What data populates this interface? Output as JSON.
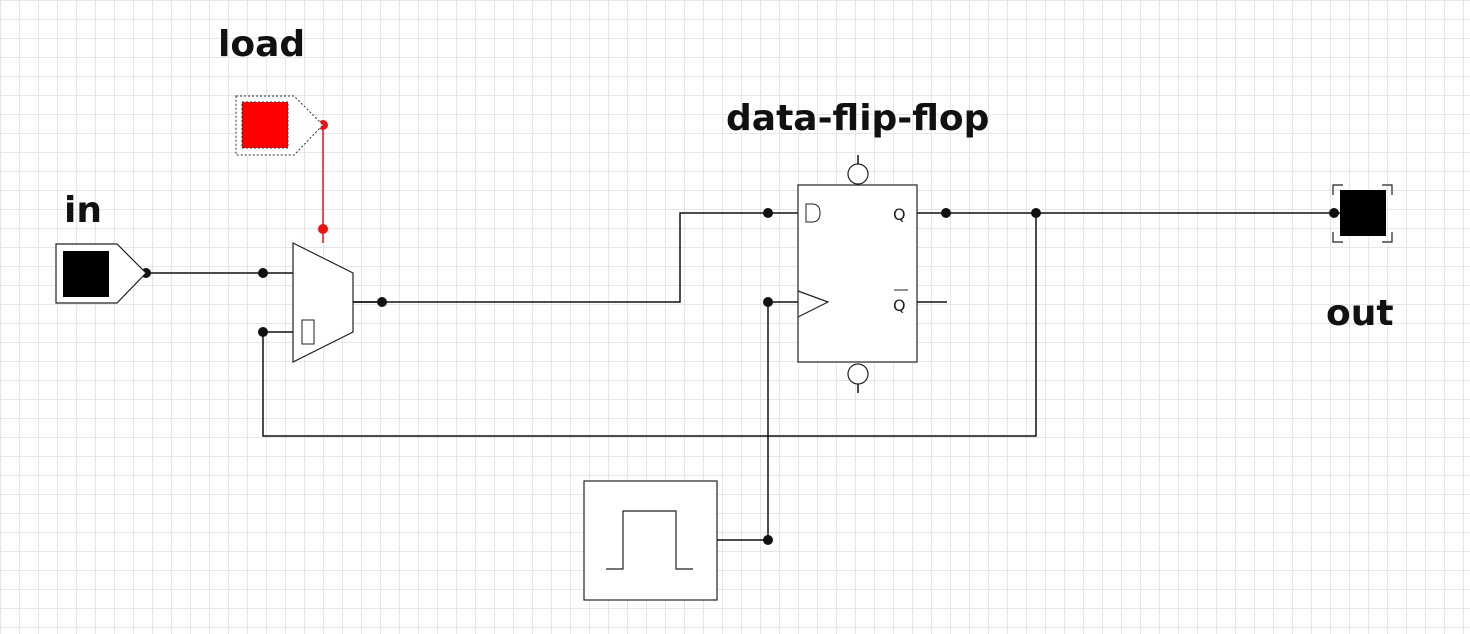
{
  "labels": {
    "load": "load",
    "in": "in",
    "out": "out",
    "dff": "data-flip-flop"
  },
  "dff": {
    "pin_q": "Q",
    "pin_qbar": "Q",
    "pin_d": "D"
  },
  "inputs": {
    "in_state": "black",
    "load_state": "red"
  },
  "colors": {
    "wire": "#111111",
    "active_wire": "#ee1111",
    "input_on": "#ff0000",
    "input_off": "#000000",
    "grid": "#e6e6e6"
  }
}
